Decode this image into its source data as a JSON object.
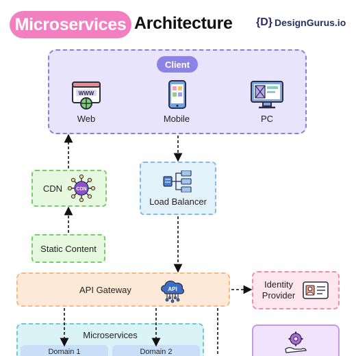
{
  "header": {
    "title_highlight": "Microservices",
    "title_rest": "Architecture",
    "brand_logo": "{D}",
    "brand_name": "DesignGurus.io"
  },
  "client": {
    "label": "Client",
    "items": [
      {
        "label": "Web",
        "icon": "www-browser-icon"
      },
      {
        "label": "Mobile",
        "icon": "mobile-phone-icon"
      },
      {
        "label": "PC",
        "icon": "desktop-monitor-icon"
      }
    ]
  },
  "cdn": {
    "label": "CDN",
    "badge": "CDN",
    "icon": "cdn-network-icon"
  },
  "static_content": {
    "label": "Static Content"
  },
  "load_balancer": {
    "label": "Load Balancer",
    "icon": "load-balancer-icon"
  },
  "api_gateway": {
    "label": "API Gateway",
    "badge": "API",
    "icon": "api-cloud-icon"
  },
  "identity_provider": {
    "label_line1": "Identity",
    "label_line2": "Provider",
    "icon": "id-card-icon"
  },
  "microservices": {
    "label": "Microservices",
    "domains": [
      "Domain 1",
      "Domain 2"
    ]
  },
  "colors": {
    "title_pill": "#f27fc0",
    "client_fill": "#e7e4fb",
    "client_border": "#8a7fd3",
    "green_fill": "#e6f8df",
    "green_border": "#76cc66",
    "blue_fill": "#e3f1fb",
    "blue_border": "#7fbde8",
    "orange_fill": "#fde9d8",
    "orange_border": "#f4b985",
    "pink_fill": "#fde6ee",
    "pink_border": "#ee8cab",
    "teal_fill": "#d9f3f7",
    "teal_border": "#6cc7d9"
  }
}
